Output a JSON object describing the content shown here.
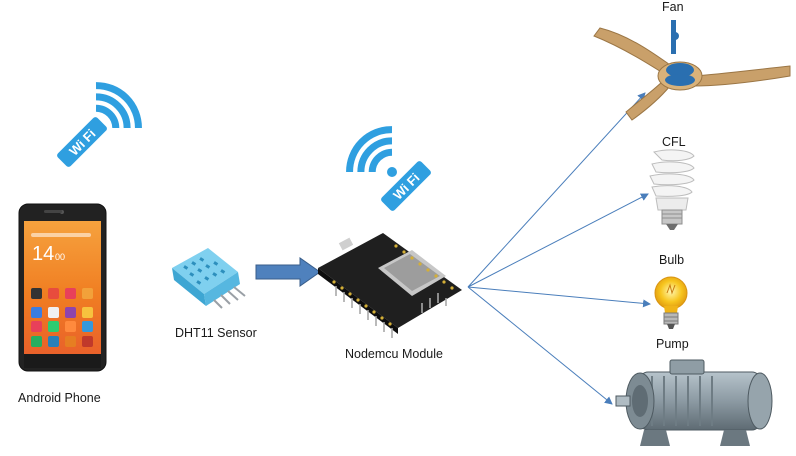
{
  "labels": {
    "phone": "Android Phone",
    "sensor": "DHT11 Sensor",
    "module": "Nodemcu Module",
    "fan": "Fan",
    "cfl": "CFL",
    "bulb": "Bulb",
    "pump": "Pump"
  },
  "wifi_text": "Wi Fi",
  "phone_screen": {
    "clock": "14",
    "clock_suffix": "00"
  },
  "colors": {
    "wifi_blue": "#2f9fe0",
    "arrow_blue": "#4a7ebb",
    "phone_orange": "#f3831f",
    "sensor_blue": "#5bc0e8",
    "board_dark": "#1f1f1f",
    "fan_tan": "#c9a06a",
    "bulb_yellow": "#f7c51e",
    "motor_gray": "#8c9aa3"
  }
}
